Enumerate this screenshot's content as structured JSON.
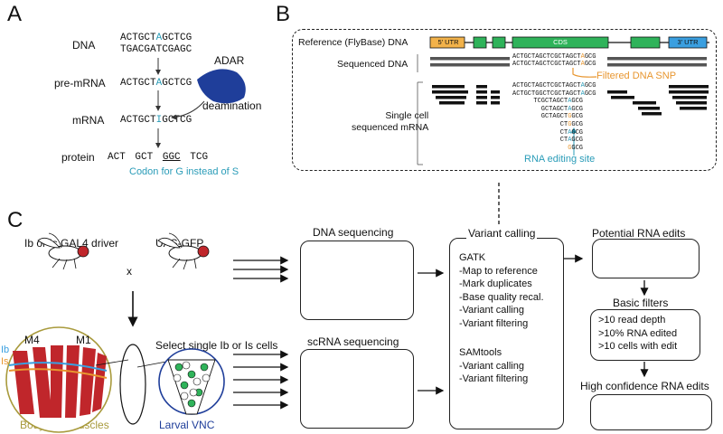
{
  "panelA": {
    "letter": "A",
    "row_labels": {
      "dna": "DNA",
      "pre_mrna": "pre-mRNA",
      "mrna": "mRNA",
      "protein": "protein"
    },
    "dna_top": {
      "pre": "ACTGCT",
      "edit": "A",
      "post": "GCTCG"
    },
    "dna_bottom": "TGACGATCGAGC",
    "pre_mrna": {
      "pre": "ACTGCT",
      "edit": "A",
      "post": "GCTCG"
    },
    "mrna": {
      "pre": "ACTGCT",
      "edit": "I",
      "post": "GCTCG"
    },
    "protein_codons": [
      "ACT",
      "GCT",
      "GGC",
      "TCG"
    ],
    "adar_label": "ADAR",
    "deamination_label": "deamination",
    "codon_note": "Codon for G instead of S"
  },
  "panelB": {
    "letter": "B",
    "reference_label": "Reference (FlyBase) DNA",
    "utr5": "5' UTR",
    "cds": "CDS",
    "utr3": "3' UTR",
    "sequenced_dna_label": "Sequenced DNA",
    "dna_reads": [
      {
        "pre": "ACTGCTAGCTCGCTAGCT",
        "edit": "A",
        "post": "GCG"
      },
      {
        "pre": "ACTGCTAGCTCGCTAGCT",
        "edit": "A",
        "post": "GCG"
      }
    ],
    "snp_label": "Filtered DNA SNP",
    "scmrna_label_line1": "Single cell",
    "scmrna_label_line2": "sequenced mRNA",
    "rna_reads": [
      {
        "pre": "ACTGCTAGCTCGCTAGCT",
        "edit": "A",
        "post": "GCG"
      },
      {
        "pre": "ACTGCTGGCTCGCTAGCT",
        "edit": "A",
        "post": "GCG"
      },
      {
        "pre": "TCGCTAGCT",
        "edit": "A",
        "post": "GCG"
      },
      {
        "pre": "GCTAGCT",
        "edit": "A",
        "post": "GCG"
      },
      {
        "pre": "GCTAGCT",
        "edit": "G",
        "post": "GCG"
      },
      {
        "pre": "CT",
        "edit": "G",
        "post": "GCG"
      },
      {
        "pre": "CT",
        "edit": "A",
        "post": "GCG"
      },
      {
        "pre": "CT",
        "edit": "A",
        "post": "GCG"
      },
      {
        "pre": "",
        "edit": "G",
        "post": "GCG"
      }
    ],
    "editing_site_label": "RNA editing site"
  },
  "panelC": {
    "letter": "C",
    "driver_label": "Ib or Is GAL4 driver",
    "cross_symbol": "x",
    "reporter_label": "UAS-GFP",
    "dna_seq_title": "DNA sequencing",
    "scrna_seq_title": "scRNA sequencing",
    "select_cells_label": "Select single Ib or Is cells",
    "muscle_labels": {
      "m4": "M4",
      "m1": "M1",
      "ib": "Ib",
      "is": "Is"
    },
    "body_wall_label": "Body wall muscles",
    "vnc_label": "Larval VNC",
    "variant_calling_title": "Variant calling",
    "gatk_title": "GATK",
    "gatk_steps": [
      "-Map to reference",
      "-Mark duplicates",
      "-Base quality recal.",
      "-Variant calling",
      "-Variant filtering"
    ],
    "samtools_title": "SAMtools",
    "samtools_steps": [
      "-Variant calling",
      "-Variant filtering"
    ],
    "potential_title": "Potential RNA edits",
    "basic_filters_title": "Basic filters",
    "filters": [
      ">10 read depth",
      ">10% RNA edited",
      ">10 cells with edit"
    ],
    "high_conf_title": "High confidence RNA edits"
  },
  "colors": {
    "teal": "#2a9cb8",
    "orange": "#e8962f",
    "green_exon": "#2fb35a",
    "utr5_fill": "#f2b24a",
    "utr3_fill": "#3a9fe0",
    "adar_blue": "#1f3e9a",
    "muscle_red": "#c0262b",
    "olive": "#a89a3c"
  }
}
